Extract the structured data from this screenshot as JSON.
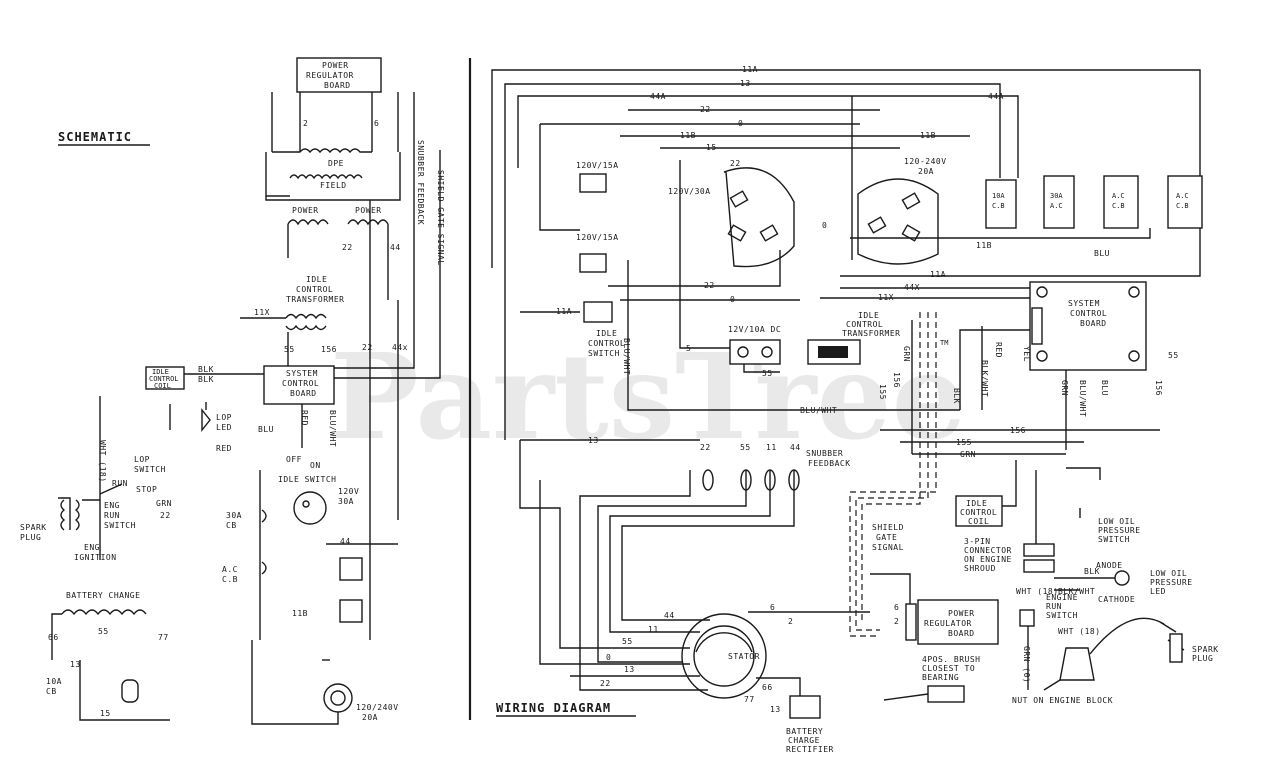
{
  "watermark": "PartsTree",
  "trademark": "TM",
  "schematic": {
    "title": "SCHEMATIC",
    "power_regulator": [
      "POWER",
      "REGULATOR",
      "BOARD"
    ],
    "dpe": "DPE",
    "field": "FIELD",
    "power_a": "POWER",
    "power_b": "POWER",
    "idle_transformer": [
      "IDLE",
      "CONTROL",
      "TRANSFORMER"
    ],
    "system_board": [
      "SYSTEM",
      "CONTROL",
      "BOARD"
    ],
    "idle_coil": [
      "IDLE",
      "CONTROL",
      "COIL"
    ],
    "snubber_feedback": "SNUBBER FEEDBACK",
    "shield_gate": "SHIELD GATE SIGNAL",
    "lop_led": [
      "LOP",
      "LED"
    ],
    "lop_switch": [
      "LOP",
      "SWITCH"
    ],
    "eng_run_switch": [
      "ENG",
      "RUN",
      "SWITCH"
    ],
    "spark_plug": [
      "SPARK",
      "PLUG"
    ],
    "eng_ignition": [
      "ENG",
      "IGNITION"
    ],
    "idle_switch": "IDLE SWITCH",
    "off": "OFF",
    "on": "ON",
    "run": "RUN",
    "stop": "STOP",
    "grn": "GRN",
    "recept_120v": [
      "120V",
      "30A"
    ],
    "cb_30a": [
      "30A",
      "CB"
    ],
    "cb_ac": [
      "A.C",
      "C.B"
    ],
    "battery_charge": "BATTERY CHANGE",
    "cb_10a": [
      "10A",
      "CB"
    ],
    "recept_240": [
      "120/240V",
      "20A"
    ],
    "wires": {
      "w2": "2",
      "w6": "6",
      "w11x": "11X",
      "w22a": "22",
      "w44a": "44",
      "w55": "55",
      "w156": "156",
      "w22b": "22",
      "w44b": "44x",
      "blk1": "BLK",
      "blk2": "BLK",
      "blu": "BLU",
      "red": "RED",
      "bluwht": "BLU/WHT",
      "red2": "RED",
      "wht18": "WHT (18)",
      "w66": "66",
      "w77": "77",
      "w13": "13",
      "w55b": "55",
      "w15": "15",
      "w11b": "11B",
      "w44c": "44",
      "w22c": "22"
    }
  },
  "wiring": {
    "title": "WIRING DIAGRAM",
    "recept_120_15a_top": "120V/15A",
    "recept_120_15a_bot": "120V/15A",
    "recept_120_30a": "120V/30A",
    "recept_240_20a": [
      "120-240V",
      "20A"
    ],
    "idle_switch": [
      "IDLE",
      "CONTROL",
      "SWITCH"
    ],
    "recept_12v": "12V/10A DC",
    "idle_transformer": [
      "IDLE",
      "CONTROL",
      "TRANSFORMER"
    ],
    "system_board": [
      "SYSTEM",
      "CONTROL",
      "BOARD"
    ],
    "snubber": [
      "SNUBBER",
      "FEEDBACK"
    ],
    "shield": [
      "SHIELD",
      "GATE",
      "SIGNAL"
    ],
    "idle_coil": [
      "IDLE",
      "CONTROL",
      "COIL"
    ],
    "connector": [
      "3-PIN",
      "CONNECTOR",
      "ON ENGINE",
      "SHROUD"
    ],
    "low_oil_switch": [
      "LOW OIL",
      "PRESSURE",
      "SWITCH"
    ],
    "anode": "ANODE",
    "cathode": "CATHODE",
    "low_oil_led": [
      "LOW OIL",
      "PRESSURE",
      "LED"
    ],
    "engine_run": [
      "ENGINE",
      "RUN",
      "SWITCH"
    ],
    "spark_plug": [
      "SPARK",
      "PLUG"
    ],
    "nut": "NUT ON ENGINE BLOCK",
    "power_reg": [
      "POWER",
      "REGULATOR",
      "BOARD"
    ],
    "brush": [
      "4POS. BRUSH",
      "CLOSEST TO",
      "BEARING"
    ],
    "stator": "STATOR",
    "rectifier": [
      "BATTERY",
      "CHARGE",
      "RECTIFIER"
    ],
    "cb_a": [
      "10A",
      "C.B"
    ],
    "cb_b": [
      "30A",
      "A.C"
    ],
    "cb_c": [
      "A.C",
      "C.B"
    ],
    "cb_d": [
      "A.C",
      "C.B"
    ],
    "wires": {
      "w11a": "11A",
      "w13": "13",
      "w44a": "44A",
      "w22": "22",
      "w0": "0",
      "w11b": "11B",
      "w15": "15",
      "w44x": "44X",
      "w11x": "11X",
      "w55": "55",
      "w5": "5",
      "w6": "6",
      "w2": "2",
      "w66": "66",
      "w77": "77",
      "w156": "156",
      "w155": "155",
      "grn": "GRN",
      "blu": "BLU",
      "bluwht": "BLU/WHT",
      "blk": "BLK",
      "red": "RED",
      "yel": "YEL",
      "blkwht": "BLK/WHT",
      "wht18": "WHT (18)",
      "grn0": "GRN (0)",
      "w44": "44",
      "w22b": "22",
      "w11": "11",
      "w55b": "55",
      "w0b": "0",
      "w13b": "13",
      "w22c": "22"
    }
  }
}
